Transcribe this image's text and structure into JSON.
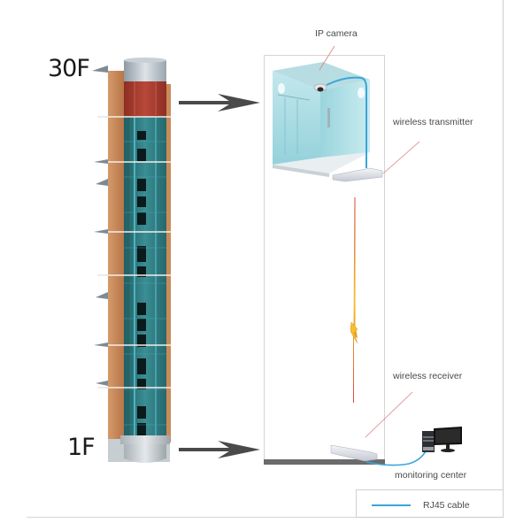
{
  "diagram": {
    "floor_labels": {
      "top": "30F",
      "bottom": "1F"
    },
    "captions": {
      "ip_camera": "IP camera",
      "wireless_transmitter": "wireless transmitter",
      "wireless_receiver": "wireless receiver",
      "monitoring_center": "monitoring center"
    },
    "legend": {
      "items": [
        {
          "label": "RJ45 cable",
          "color": "#3aa6d8"
        }
      ]
    },
    "colors": {
      "cable": "#3aa6d8",
      "pointer_line": "#d98080",
      "signal_bolt": "#f2b01e",
      "signal_line": "#d9534f",
      "arrow": "#4a4a4a",
      "ground": "#6b6b6b",
      "brick": "#c98a5a",
      "shaft_glass": "#2f7d84",
      "car_red": "#a8392c"
    },
    "shaft": {
      "floor_count_marks": 7
    }
  }
}
